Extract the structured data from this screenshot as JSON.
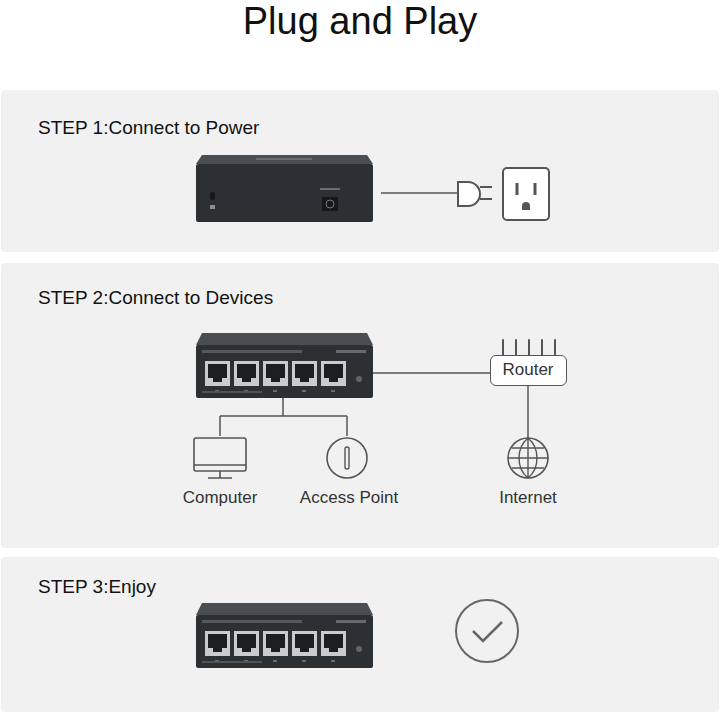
{
  "diagram": {
    "title": "Plug and Play",
    "nodes": [
      {
        "text": [
          "STEP 1:Connect to Power"
        ]
      },
      {
        "text": [
          "STEP 2:Connect to Devices"
        ]
      },
      {
        "text": [
          "Router"
        ],
        "in": 1
      },
      {
        "text": [
          "Computer"
        ],
        "in": 1
      },
      {
        "text": [
          "Access Point"
        ],
        "in": 1
      },
      {
        "text": [
          "Internet"
        ],
        "in": 1
      },
      {
        "text": [
          "STEP 3:Enjoy"
        ]
      }
    ],
    "edges": [
      {
        "from": 2,
        "to": 5,
        "arrow": "none"
      }
    ]
  }
}
